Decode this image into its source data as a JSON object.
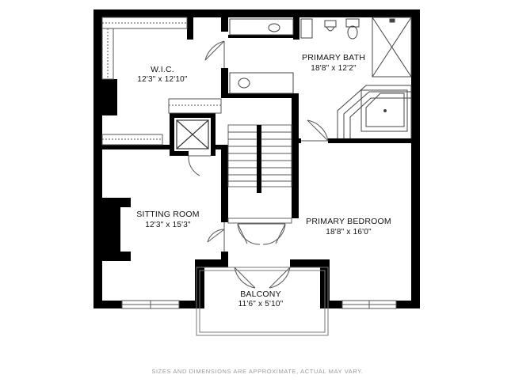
{
  "rooms": {
    "wic": {
      "name": "W.I.C.",
      "dims": "12'3\" x 12'10\""
    },
    "bath": {
      "name": "PRIMARY BATH",
      "dims": "18'8\" x 12'2\""
    },
    "sitting": {
      "name": "SITTING ROOM",
      "dims": "12'3\" x 15'3\""
    },
    "bedroom": {
      "name": "PRIMARY BEDROOM",
      "dims": "18'8\" x 16'0\""
    },
    "balcony": {
      "name": "BALCONY",
      "dims": "11'6\" x 5'10\""
    }
  },
  "disclaimer": "SIZES AND DIMENSIONS ARE APPROXIMATE, ACTUAL MAY VARY.",
  "colors": {
    "wall": "#000000",
    "line": "#555555",
    "background": "#ffffff"
  }
}
